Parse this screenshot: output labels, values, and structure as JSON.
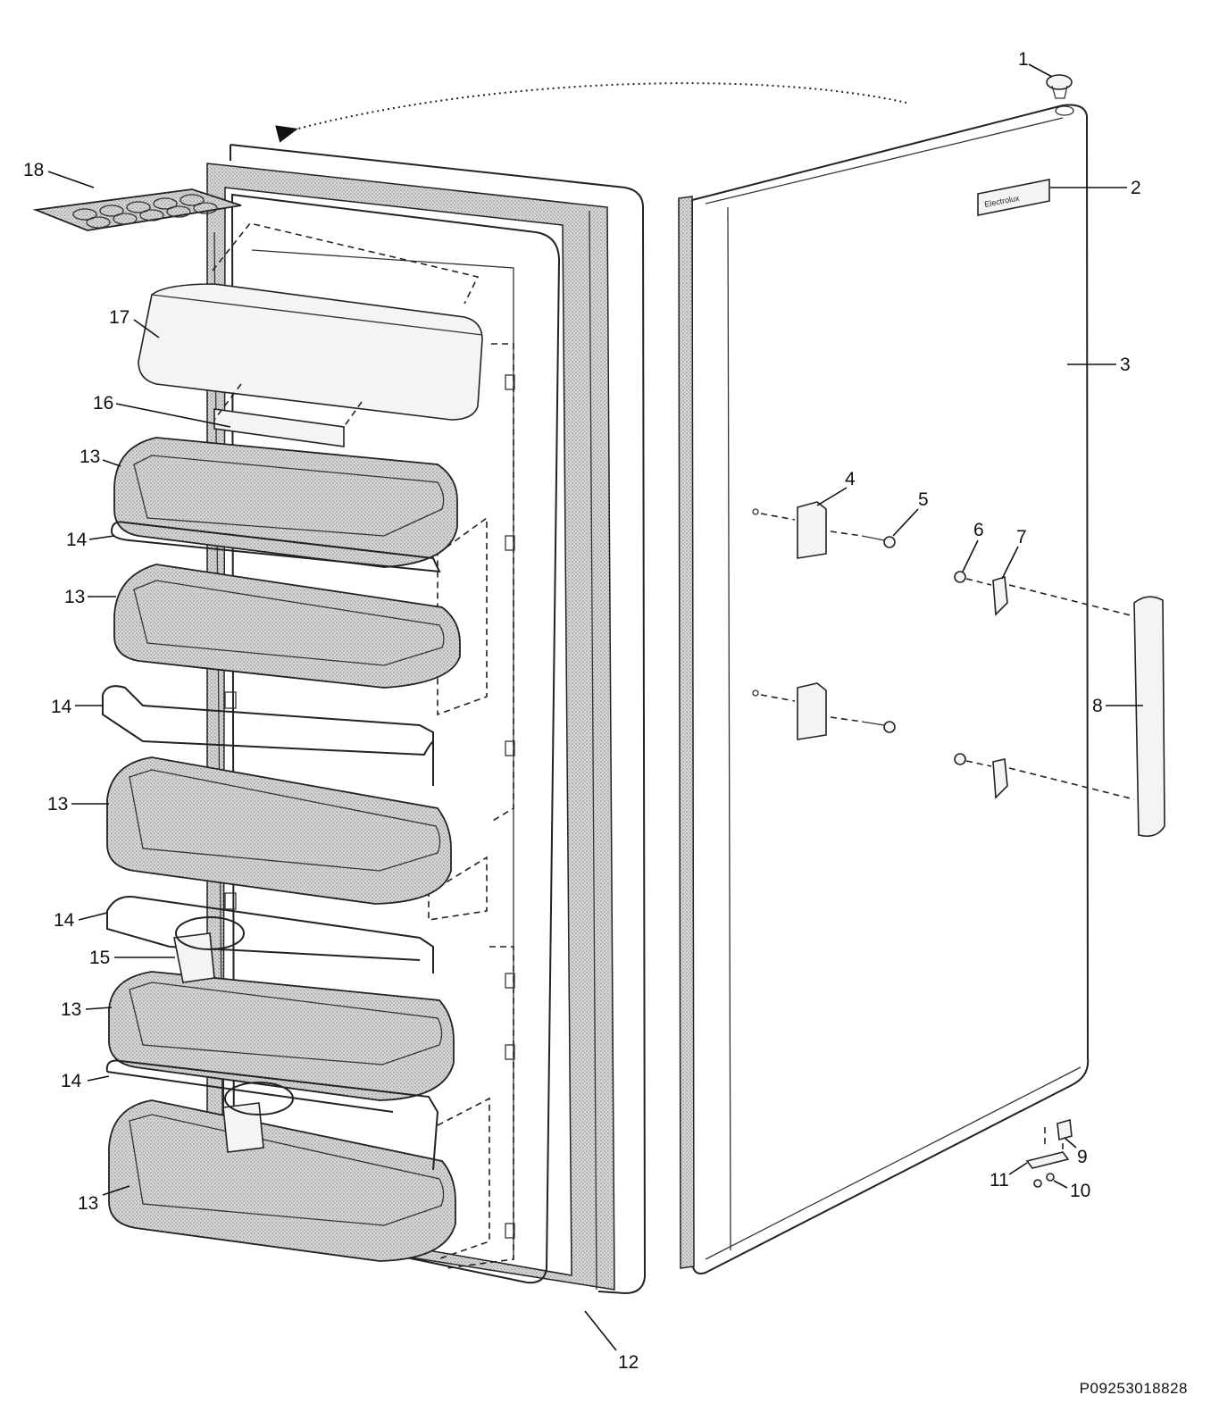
{
  "callouts": {
    "c1": "1",
    "c2": "2",
    "c3": "3",
    "c4": "4",
    "c5": "5",
    "c6": "6",
    "c7": "7",
    "c8": "8",
    "c9": "9",
    "c10": "10",
    "c11": "11",
    "c12": "12",
    "c13a": "13",
    "c13b": "13",
    "c13c": "13",
    "c13d": "13",
    "c13e": "13",
    "c14a": "14",
    "c14b": "14",
    "c14c": "14",
    "c14d": "14",
    "c15": "15",
    "c16": "16",
    "c17": "17",
    "c18": "18"
  },
  "brand_badge": "Electrolux",
  "document_code": "P09253018828"
}
